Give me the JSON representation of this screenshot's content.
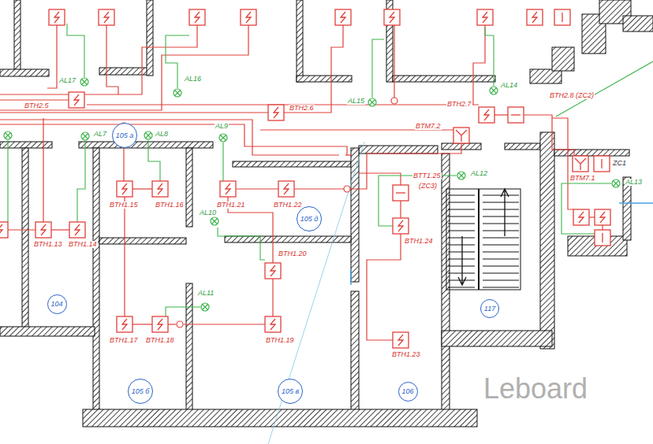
{
  "diagram": {
    "nodes": [
      {
        "text": [
          "105 а"
        ]
      },
      {
        "text": [
          "105 д"
        ]
      },
      {
        "text": [
          "104"
        ]
      },
      {
        "text": [
          "117"
        ]
      },
      {
        "text": [
          "105 б"
        ]
      },
      {
        "text": [
          "105 в"
        ]
      },
      {
        "text": [
          "106"
        ]
      }
    ],
    "labels": [
      "BTH2.5",
      "BTH2.6",
      "BTH2.7",
      "BTH2.8 (ZC2)",
      "BTM7.2",
      "BTM7.1",
      "ZC1",
      "BTT1.25",
      "(ZC3)",
      "BTH1.15",
      "BTH1.16",
      "BTH1.13",
      "BTH1.14",
      "BTH1.21",
      "BTH1.22",
      "BTH1.20",
      "BTH1.17",
      "BTH1.18",
      "BTH1.19",
      "BTH1.24",
      "BTH1.23",
      "AL17",
      "AL16",
      "AL15",
      "AL14",
      "AL7",
      "AL8",
      "AL9",
      "AL10",
      "AL11",
      "AL12",
      "AL13",
      "Leboard"
    ]
  }
}
